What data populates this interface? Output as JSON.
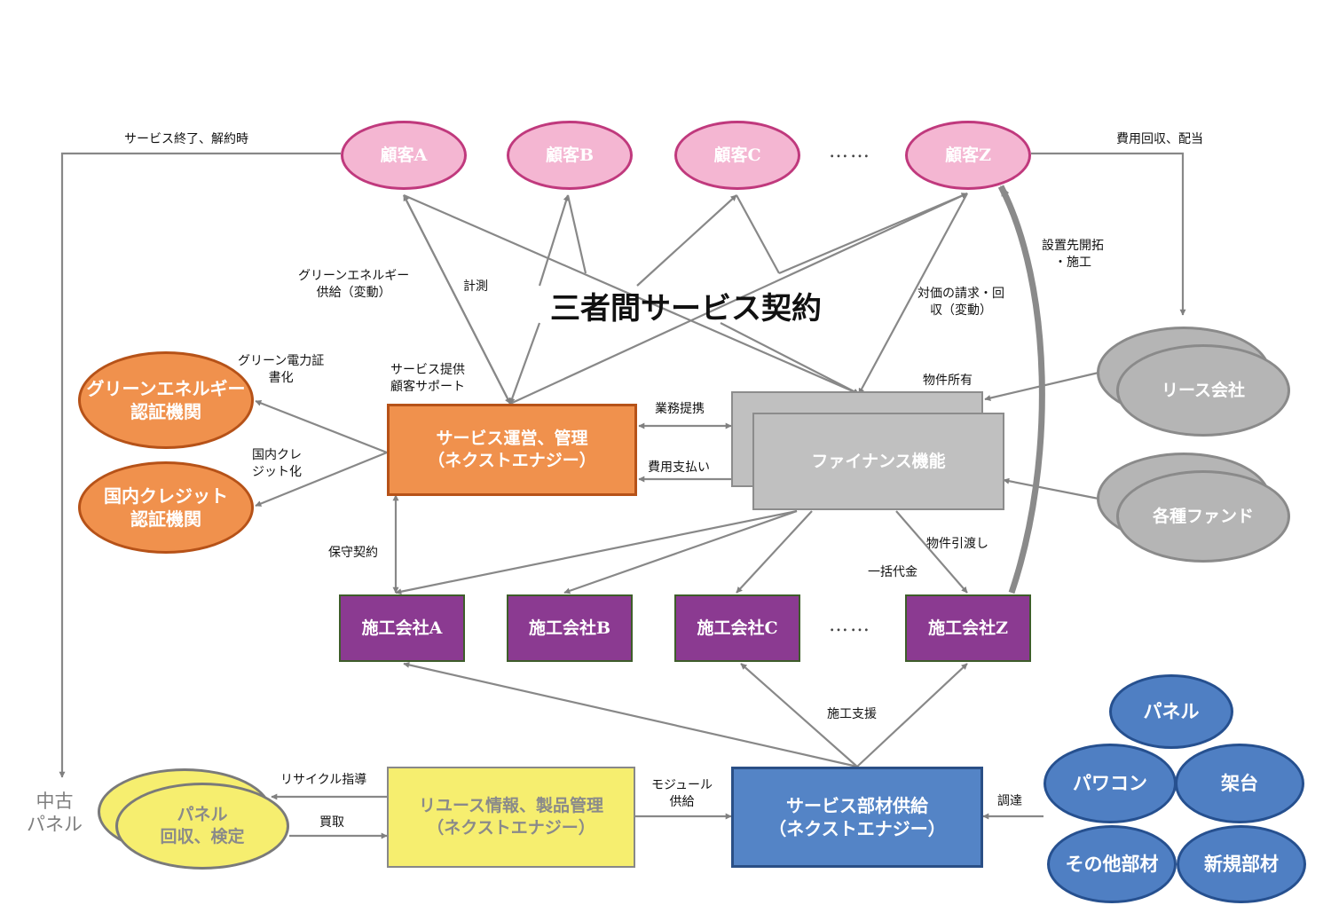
{
  "customers": {
    "a": "顧客A",
    "b": "顧客B",
    "c": "顧客C",
    "ellipsis": "……",
    "z": "顧客Z"
  },
  "contract_title": "三者間サービス契約",
  "certifiers": {
    "green_energy": "グリーンエネルギー\n認証機関",
    "domestic_credit": "国内クレジット\n認証機関"
  },
  "service_ops": "サービス運営、管理\n（ネクストエナジー）",
  "finance": "ファイナンス機能",
  "investors": {
    "lease": "リース会社",
    "funds": "各種ファンド"
  },
  "contractors": {
    "a": "施工会社A",
    "b": "施工会社B",
    "c": "施工会社C",
    "ellipsis": "……",
    "z": "施工会社Z"
  },
  "supply": "サービス部材供給\n（ネクストエナジー）",
  "reuse": "リユース情報、製品管理\n（ネクストエナジー）",
  "collection": "パネル\n回収、検定",
  "used_panel": "中古\nパネル",
  "parts": {
    "panel": "パネル",
    "power_conditioner": "パワコン",
    "mount": "架台",
    "other": "その他部材",
    "new": "新規部材"
  },
  "labels": {
    "service_end": "サービス終了、解約時",
    "cost_recovery": "費用回収、配当",
    "green_supply": "グリーンエネルギー\n供給（変動）",
    "measurement": "計測",
    "billing": "対価の請求・回\n収（変動）",
    "site_development": "設置先開拓\n・施工",
    "green_cert": "グリーン電力証\n書化",
    "service_support": "サービス提供\n顧客サポート",
    "business_alliance": "業務提携",
    "property_ownership": "物件所有",
    "cost_payment": "費用支払い",
    "domestic_credit_conv": "国内クレ\nジット化",
    "maintenance": "保守契約",
    "handover": "物件引渡し",
    "lump_sum": "一括代金",
    "construction_support": "施工支援",
    "recycle_guidance": "リサイクル指導",
    "purchase": "買取",
    "module_supply": "モジュール\n供給",
    "procurement": "調達"
  }
}
